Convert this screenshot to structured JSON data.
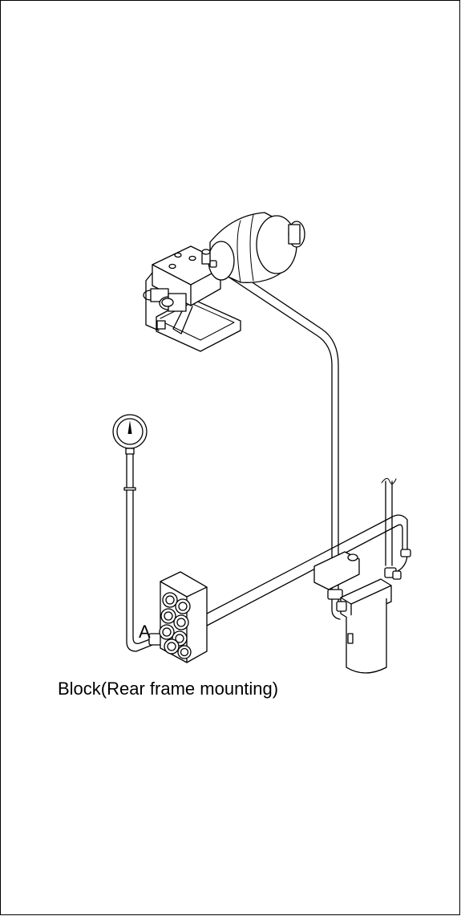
{
  "diagram": {
    "labels": {
      "point": "A",
      "caption": "Block(Rear frame mounting)"
    },
    "components": [
      "pressure-gauge",
      "gauge-hose",
      "test-port-block",
      "pump-assembly",
      "supply-line",
      "return-line",
      "filter-assembly"
    ]
  },
  "colors": {
    "line": "#000000",
    "background": "#ffffff"
  }
}
